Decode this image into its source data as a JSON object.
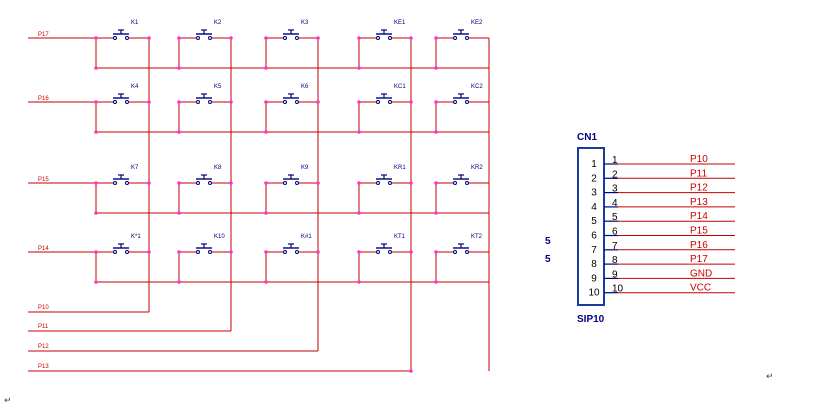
{
  "matrix": {
    "rows": [
      {
        "net": "P17",
        "keys": [
          "K1",
          "K2",
          "K3",
          "KE1",
          "KE2"
        ]
      },
      {
        "net": "P16",
        "keys": [
          "K4",
          "K5",
          "K6",
          "KC1",
          "KC2"
        ]
      },
      {
        "net": "P15",
        "keys": [
          "K7",
          "K8",
          "K9",
          "KR1",
          "KR2"
        ]
      },
      {
        "net": "P14",
        "keys": [
          "K*1",
          "K10",
          "K#1",
          "KT1",
          "KT2"
        ]
      }
    ],
    "columns": [
      "P10",
      "P11",
      "P12",
      "P13"
    ]
  },
  "connector": {
    "ref": "CN1",
    "footprint": "SIP10",
    "pins": [
      {
        "num": "1",
        "net": "P10"
      },
      {
        "num": "2",
        "net": "P11"
      },
      {
        "num": "3",
        "net": "P12"
      },
      {
        "num": "4",
        "net": "P13"
      },
      {
        "num": "5",
        "net": "P14"
      },
      {
        "num": "6",
        "net": "P15"
      },
      {
        "num": "7",
        "net": "P16"
      },
      {
        "num": "8",
        "net": "P17"
      },
      {
        "num": "9",
        "net": "GND"
      },
      {
        "num": "10",
        "net": "VCC"
      }
    ]
  },
  "colors": {
    "wire": "#c00000",
    "junction": "#ff33cc",
    "switch": "#000080",
    "component": "#1a3a9c"
  },
  "page": {
    "paragraph_mark": "↵",
    "stray_marks": [
      "5",
      "5"
    ]
  }
}
